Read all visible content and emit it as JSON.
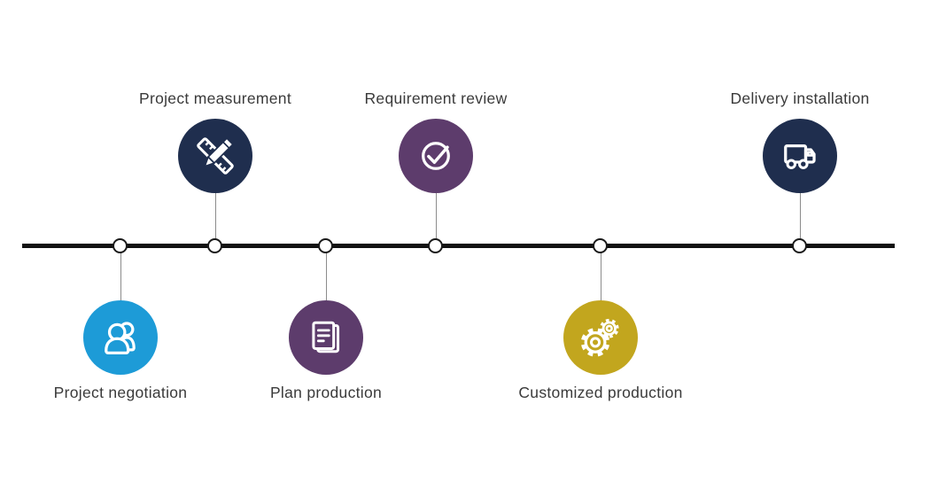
{
  "diagram": {
    "type": "process-timeline",
    "background": "#ffffff",
    "line_color": "#111111",
    "node_fill": "#ffffff",
    "node_border_color": "#1a1a1a",
    "connector_color": "#8c8c8c",
    "label_color": "#3a3a3a",
    "steps": [
      {
        "label": "Project negotiation",
        "side": "below",
        "color": "#1d9bd7",
        "icon": "people-icon"
      },
      {
        "label": "Project measurement",
        "side": "above",
        "color": "#1f2e4e",
        "icon": "ruler-pencil-icon"
      },
      {
        "label": "Plan production",
        "side": "below",
        "color": "#5d3c6c",
        "icon": "document-icon"
      },
      {
        "label": "Requirement review",
        "side": "above",
        "color": "#5d3c6c",
        "icon": "check-circle-icon"
      },
      {
        "label": "Customized production",
        "side": "below",
        "color": "#c2a61e",
        "icon": "gears-icon"
      },
      {
        "label": "Delivery installation",
        "side": "above",
        "color": "#1f2e4e",
        "icon": "truck-icon"
      }
    ]
  }
}
